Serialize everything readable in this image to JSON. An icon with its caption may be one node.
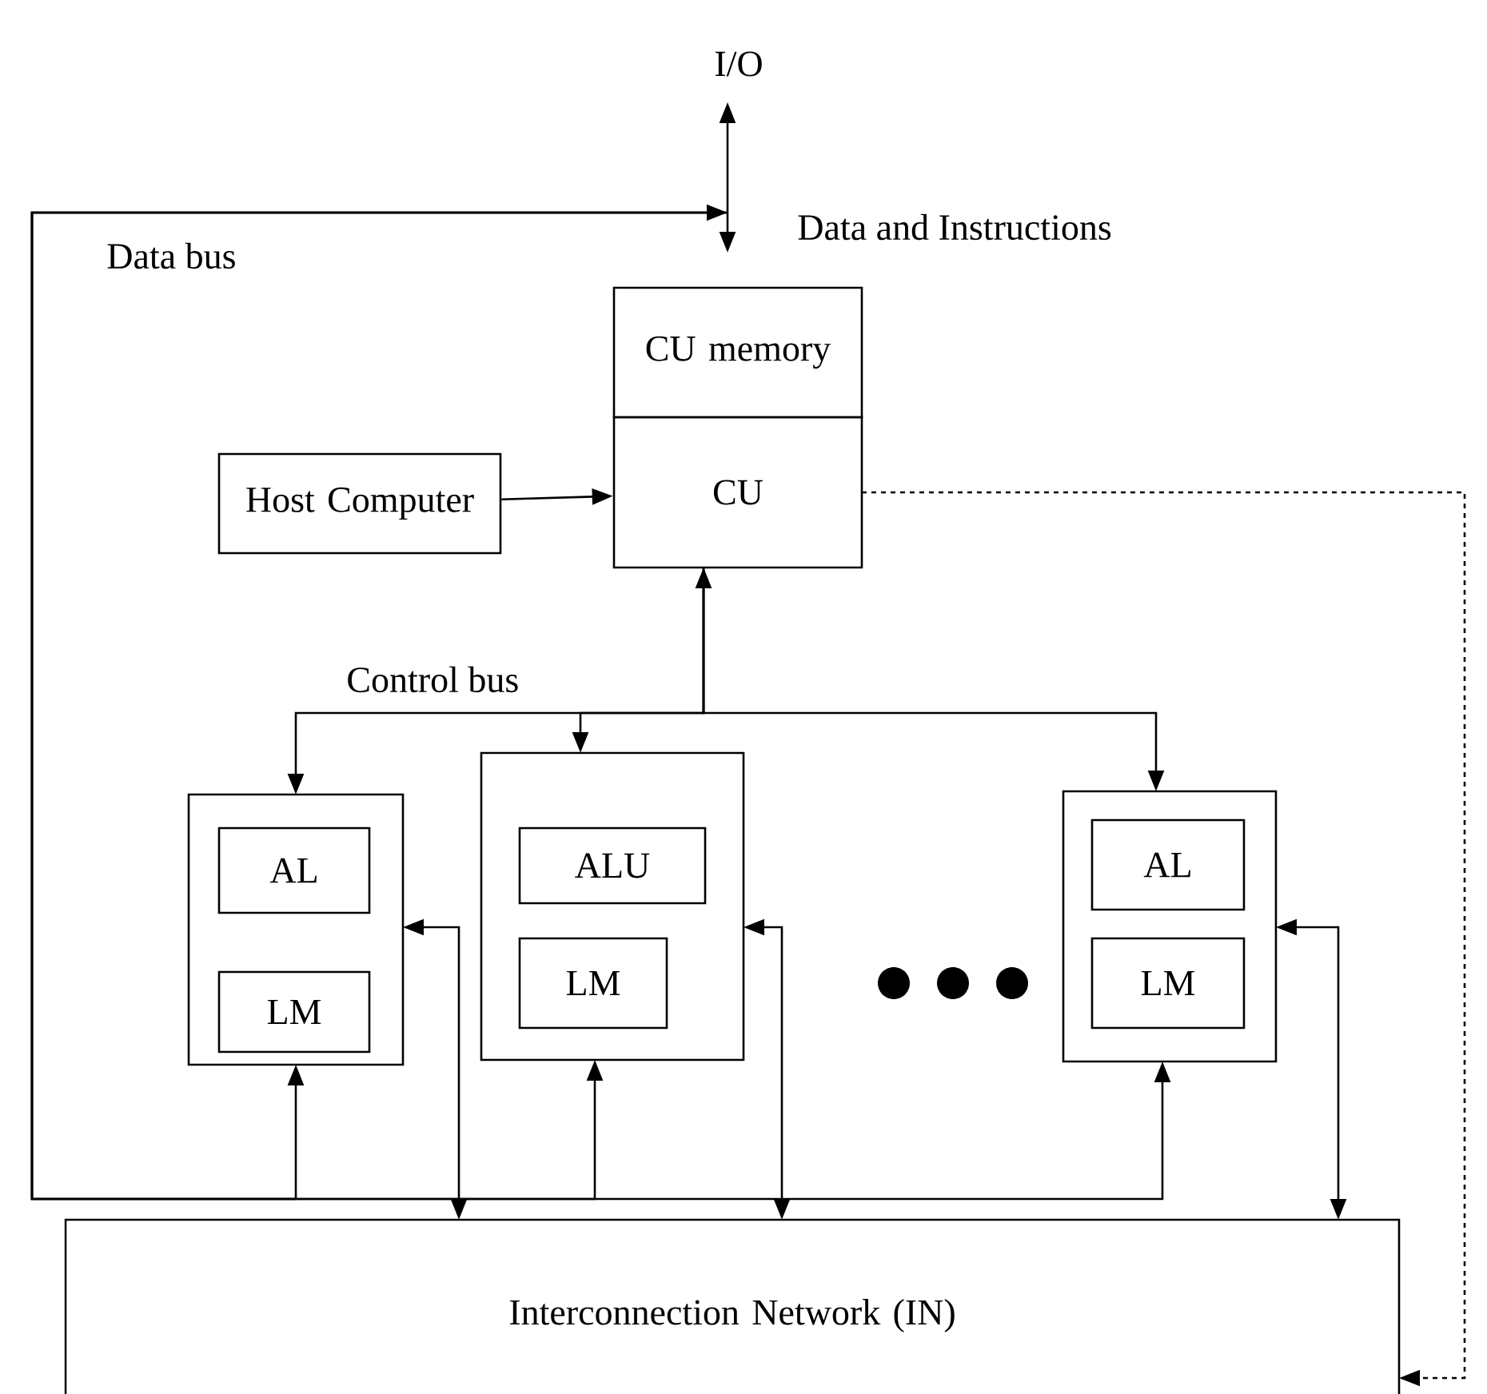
{
  "diagram": {
    "nodes": [
      {
        "text": [
          "I/O"
        ]
      },
      {
        "text": [
          "CU memory"
        ]
      },
      {
        "text": [
          "CU"
        ]
      },
      {
        "text": [
          "Host Computer"
        ]
      },
      {
        "text": [],
        "shape": "box"
      },
      {
        "text": [
          "AL"
        ],
        "in": 4
      },
      {
        "text": [
          "LM"
        ],
        "in": 4
      },
      {
        "text": [],
        "shape": "box"
      },
      {
        "text": [
          "ALU"
        ],
        "in": 7
      },
      {
        "text": [
          "LM"
        ],
        "in": 7
      },
      {
        "text": [],
        "shape": "box"
      },
      {
        "text": [
          "AL"
        ],
        "in": 10
      },
      {
        "text": [
          "LM"
        ],
        "in": 10
      },
      {
        "text": [
          "Interconnection Network (IN)"
        ]
      }
    ],
    "edges": [
      {
        "from": 0,
        "to": 1,
        "arrow": "both"
      },
      {
        "from": 3,
        "to": 2,
        "arrow": "to"
      },
      {
        "from": 2,
        "to": 4,
        "arrow": "both"
      },
      {
        "from": 2,
        "to": 7,
        "arrow": "to"
      },
      {
        "from": 2,
        "to": 10,
        "arrow": "to"
      },
      {
        "from": null,
        "to": 4,
        "arrow": "both"
      },
      {
        "from": null,
        "to": 7,
        "arrow": "to"
      },
      {
        "from": null,
        "to": 10,
        "arrow": "to"
      },
      {
        "from": 13,
        "to": 4,
        "arrow": "both"
      },
      {
        "from": 13,
        "to": 7,
        "arrow": "both"
      },
      {
        "from": 13,
        "to": 10,
        "arrow": "both"
      },
      {
        "from": 2,
        "to": 13,
        "arrow": "to",
        "style": "dashed"
      }
    ],
    "labels": [
      "Data bus",
      "Data and Instructions",
      "Control bus"
    ]
  }
}
